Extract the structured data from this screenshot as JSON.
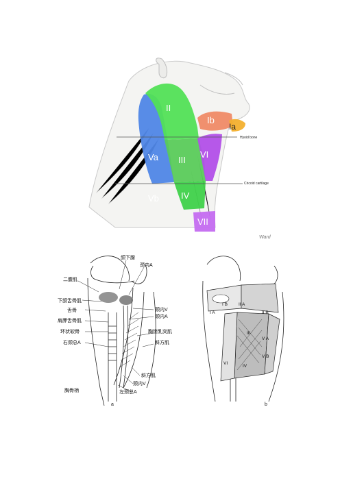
{
  "figure1": {
    "levels": {
      "I_b": "Ib",
      "I_a": "Ia",
      "II": "II",
      "III": "III",
      "IV": "IV",
      "V_a": "Va",
      "V_b": "Vb",
      "VI": "VI",
      "VII": "VII"
    },
    "landmarks": {
      "hyoid": "Hyoid bone",
      "cricoid": "Cricoid cartilage"
    },
    "signature": "Ward",
    "colors": {
      "level_I_a": "#f3b02e",
      "level_I_b": "#ef8a66",
      "level_II": "#52e056",
      "level_III": "#5acb5a",
      "level_IV": "#3fd14a",
      "level_V": "#4f86e6",
      "level_VI": "#b24fe8",
      "level_VII": "#c46bf0"
    }
  },
  "figure2a": {
    "panel_label": "a",
    "labels": {
      "submandibular_gland": "颌下腺",
      "internal_carotid": "颈内A",
      "digastric": "二腹肌",
      "hypoglossal": "下颌舌骨肌",
      "hyoid": "舌骨",
      "omohyoid": "肩胛舌骨肌",
      "cricoid": "环状软骨",
      "right_common_carotid": "右颈总A",
      "manubrium": "胸骨柄",
      "internal_jugular_v_top": "颈内V",
      "internal_carotid_2": "颈内A",
      "scm": "胸锁乳突肌",
      "scalene": "斜方肌",
      "trapezius": "斜方肌",
      "internal_jugular_v_bottom": "颈内V",
      "left_common_carotid": "左颈总A"
    }
  },
  "figure2b": {
    "panel_label": "b",
    "levels": {
      "I_A": "I A",
      "I_B": "I B",
      "II_A": "II A",
      "II_B": "II B",
      "III": "III",
      "IV": "IV",
      "V_A": "V A",
      "V_B": "V B",
      "VI": "VI"
    }
  }
}
